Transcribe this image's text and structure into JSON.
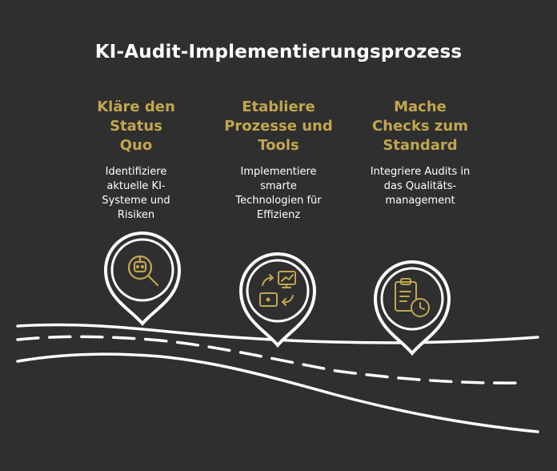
{
  "title": "KI-Audit-Implementierungsprozess",
  "colors": {
    "background": "#2f2f2f",
    "accent": "#c2a64e",
    "line": "#ffffff"
  },
  "steps": [
    {
      "heading_lines": [
        "Kläre den",
        "Status",
        "Quo"
      ],
      "desc_lines": [
        "Identifiziere",
        "aktuelle KI-",
        "Systeme und",
        "Risiken"
      ],
      "icon": "robot-search-icon"
    },
    {
      "heading_lines": [
        "Etabliere",
        "Prozesse und",
        "Tools"
      ],
      "desc_lines": [
        "Implementiere",
        "smarte",
        "Technologien für",
        "Effizienz"
      ],
      "icon": "tools-exchange-icon"
    },
    {
      "heading_lines": [
        "Mache",
        "Checks zum",
        "Standard"
      ],
      "desc_lines": [
        "Integriere Audits in",
        "das Qualitäts-",
        "management"
      ],
      "icon": "clipboard-clock-icon"
    }
  ]
}
